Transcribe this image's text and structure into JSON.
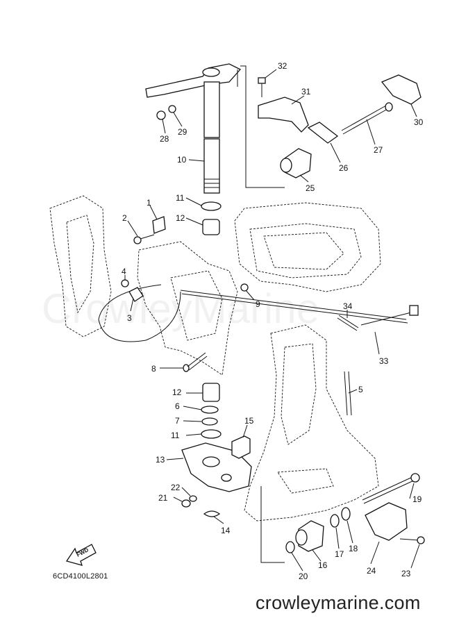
{
  "watermark": "CrowleyMarine",
  "diagram_code": "6CD4100L2801",
  "fwd_label": "FWD",
  "footer": "crowleymarine.com",
  "callouts": [
    "1",
    "2",
    "3",
    "4",
    "5",
    "6",
    "7",
    "8",
    "9",
    "10",
    "11",
    "11",
    "12",
    "12",
    "13",
    "14",
    "15",
    "16",
    "17",
    "18",
    "19",
    "20",
    "21",
    "22",
    "23",
    "24",
    "25",
    "26",
    "27",
    "28",
    "29",
    "30",
    "31",
    "32",
    "33",
    "34"
  ]
}
